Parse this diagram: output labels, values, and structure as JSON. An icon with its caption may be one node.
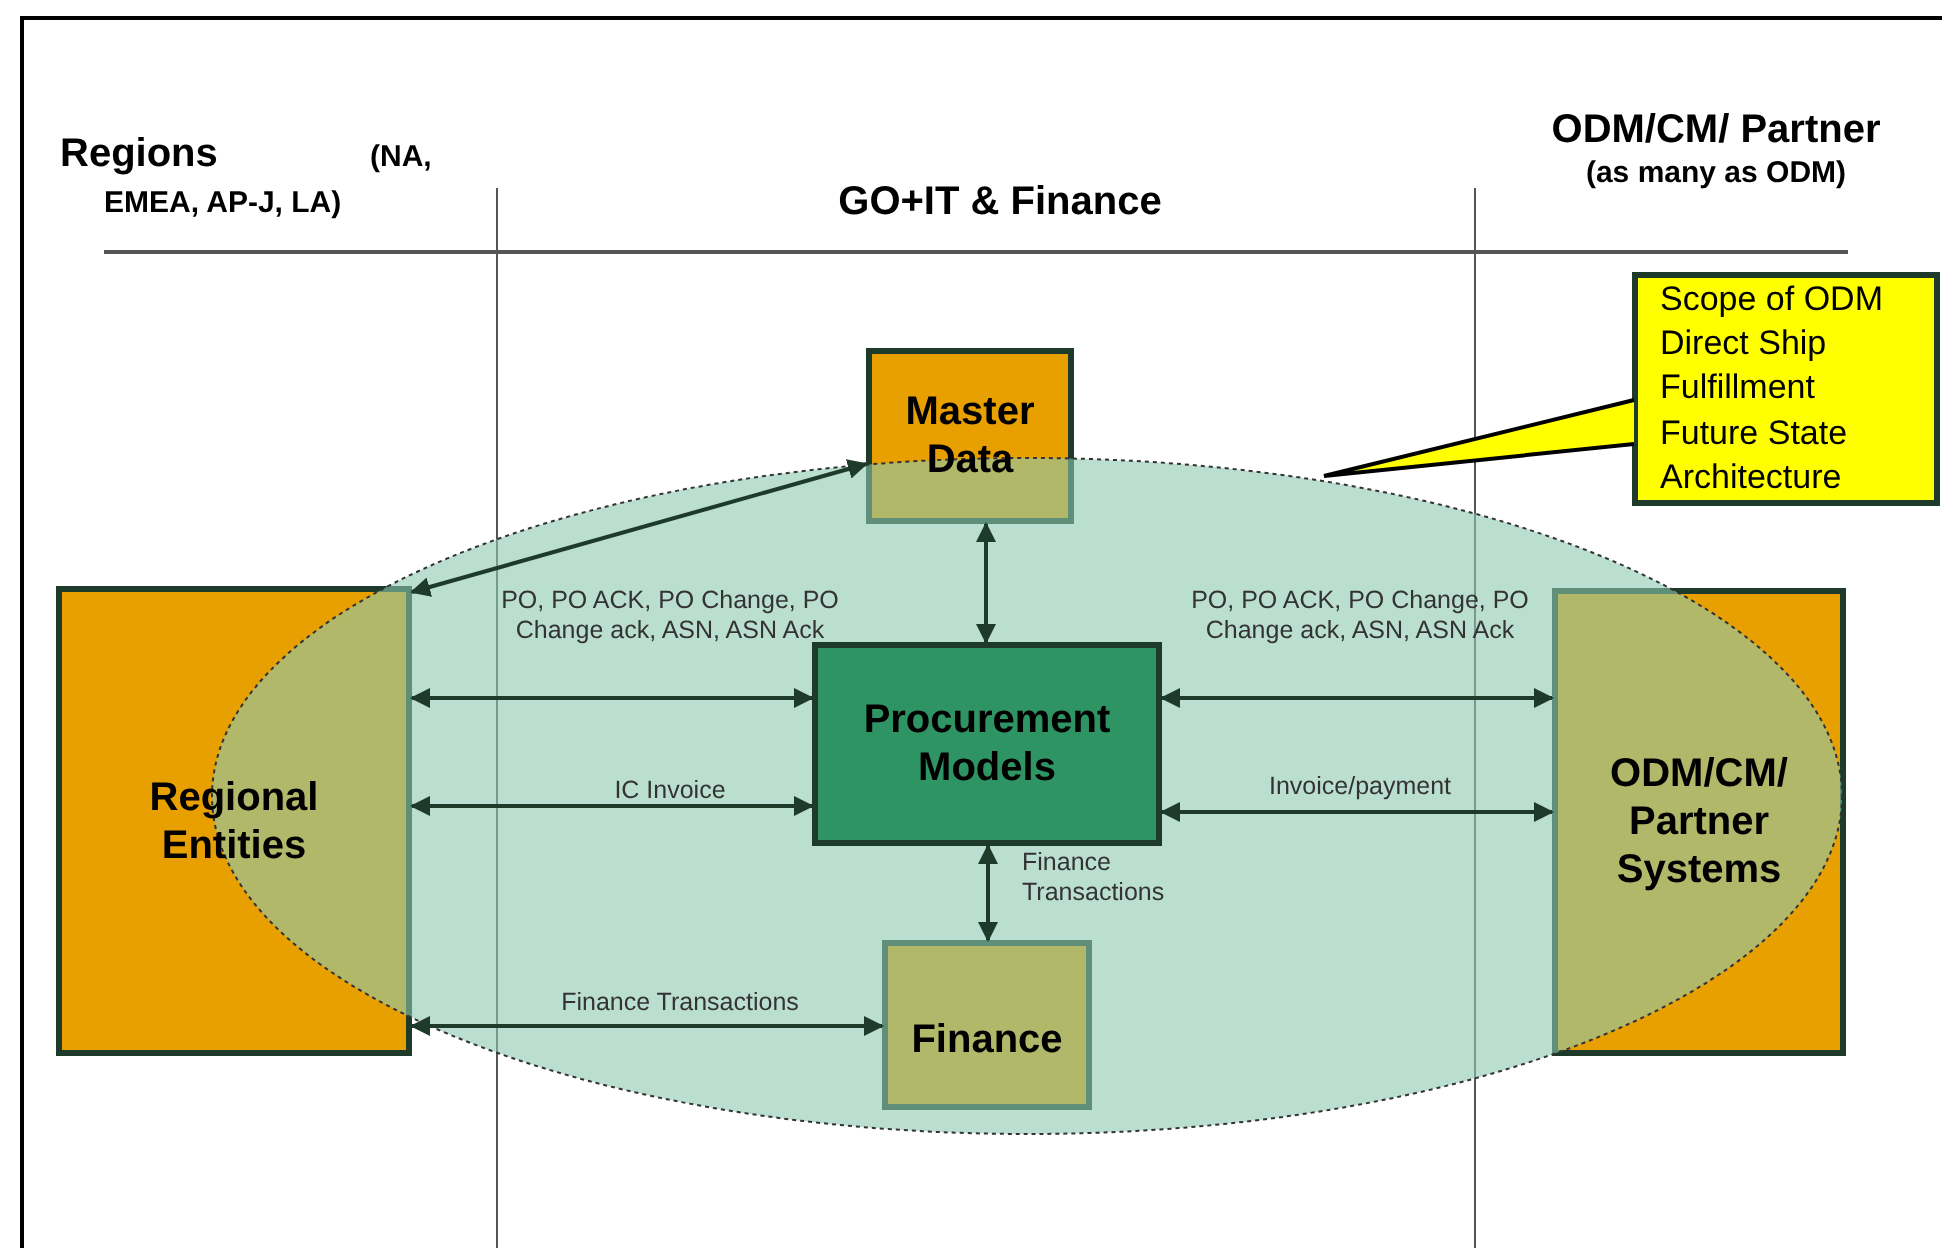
{
  "diagram": {
    "nodes": [
      {
        "text": [
          "Master Data"
        ]
      },
      {
        "text": [
          "Regional Entities"
        ]
      },
      {
        "text": [
          "Procurement Models"
        ]
      },
      {
        "text": [
          "ODM/CM/ Partner Systems"
        ]
      },
      {
        "text": [
          "Finance"
        ]
      },
      {
        "text": [
          "Scope of ODM Direct Ship Fulfillment Future State Architecture"
        ]
      }
    ],
    "edges": [
      {
        "from": 1,
        "to": 0,
        "arrow": "both"
      },
      {
        "from": 0,
        "to": 2,
        "arrow": "both"
      },
      {
        "from": 1,
        "to": 2,
        "arrow": "both",
        "label": "PO, PO ACK, PO Change, PO Change ack, ASN, ASN Ack"
      },
      {
        "from": 1,
        "to": 2,
        "arrow": "both",
        "label": "IC Invoice"
      },
      {
        "from": 2,
        "to": 3,
        "arrow": "both",
        "label": "PO, PO ACK, PO Change, PO Change ack, ASN, ASN Ack"
      },
      {
        "from": 2,
        "to": 3,
        "arrow": "both",
        "label": "Invoice/payment"
      },
      {
        "from": 2,
        "to": 4,
        "arrow": "both",
        "label": "Finance Transactions"
      },
      {
        "from": 1,
        "to": 4,
        "arrow": "both",
        "label": "Finance Transactions"
      }
    ],
    "labels": [
      "Regions",
      "(NA, EMEA, AP-J, LA)",
      "GO+IT & Finance",
      "ODM/CM/ Partner",
      "(as many as ODM)"
    ]
  }
}
